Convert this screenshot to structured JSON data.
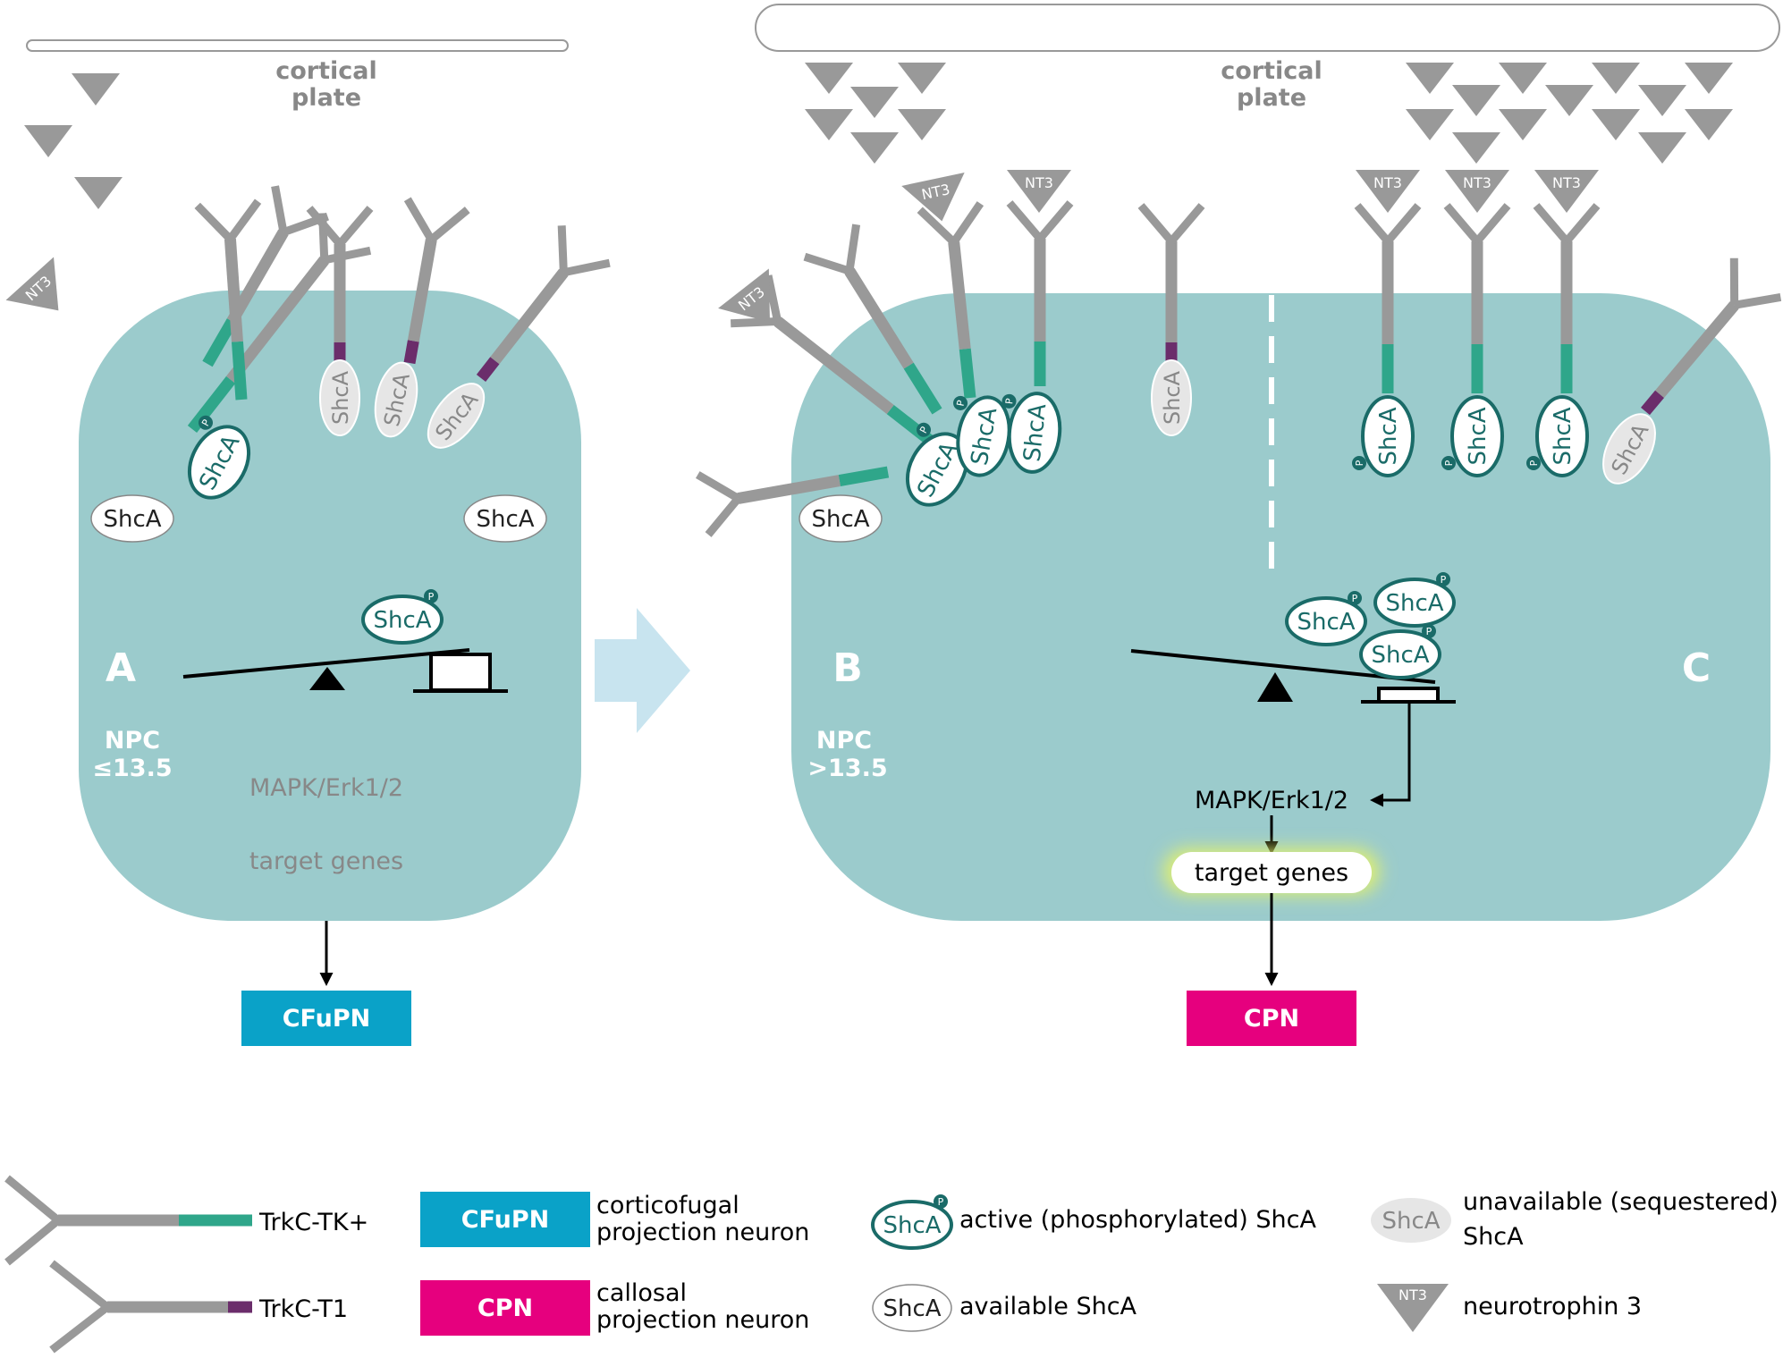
{
  "panel_left": {
    "plate_label": [
      "cortical",
      "plate"
    ],
    "letter": "A",
    "npc_label": [
      "NPC",
      "≤13.5"
    ],
    "mapk_label": "MAPK/Erk1/2",
    "target_label": "target genes",
    "output_box": "CFuPN"
  },
  "panel_right": {
    "plate_label": [
      "cortical",
      "plate"
    ],
    "letter_b": "B",
    "letter_c": "C",
    "npc_label": [
      "NPC",
      ">13.5"
    ],
    "mapk_label": "MAPK/Erk1/2",
    "target_label": "target genes",
    "output_box": "CPN"
  },
  "molecules": {
    "shca": "ShcA",
    "nt3": "NT3",
    "phospho": "P"
  },
  "legend": {
    "trkc_tk": "TrkC-TK+",
    "trkc_t1": "TrkC-T1",
    "cfupn_box": "CFuPN",
    "cfupn_desc": [
      "corticofugal",
      "projection neuron"
    ],
    "cpn_box": "CPN",
    "cpn_desc": [
      "callosal",
      "projection neuron"
    ],
    "active_desc": "active (phosphorylated) ShcA",
    "available_desc": "available ShcA",
    "unavailable_desc": [
      "unavailable (sequestered)",
      "ShcA"
    ],
    "nt3_desc": "neurotrophin 3"
  },
  "colors": {
    "cell": "#9bcbcc",
    "receptor": "#999999",
    "tk_domain": "#2fa68a",
    "t1_domain": "#6b2d6b",
    "active_shca": "#1a6b68",
    "cfupn": "#0aa2c8",
    "cpn": "#e6007e",
    "label_gray": "#888888",
    "arrow_big": "#c8e4ef"
  }
}
